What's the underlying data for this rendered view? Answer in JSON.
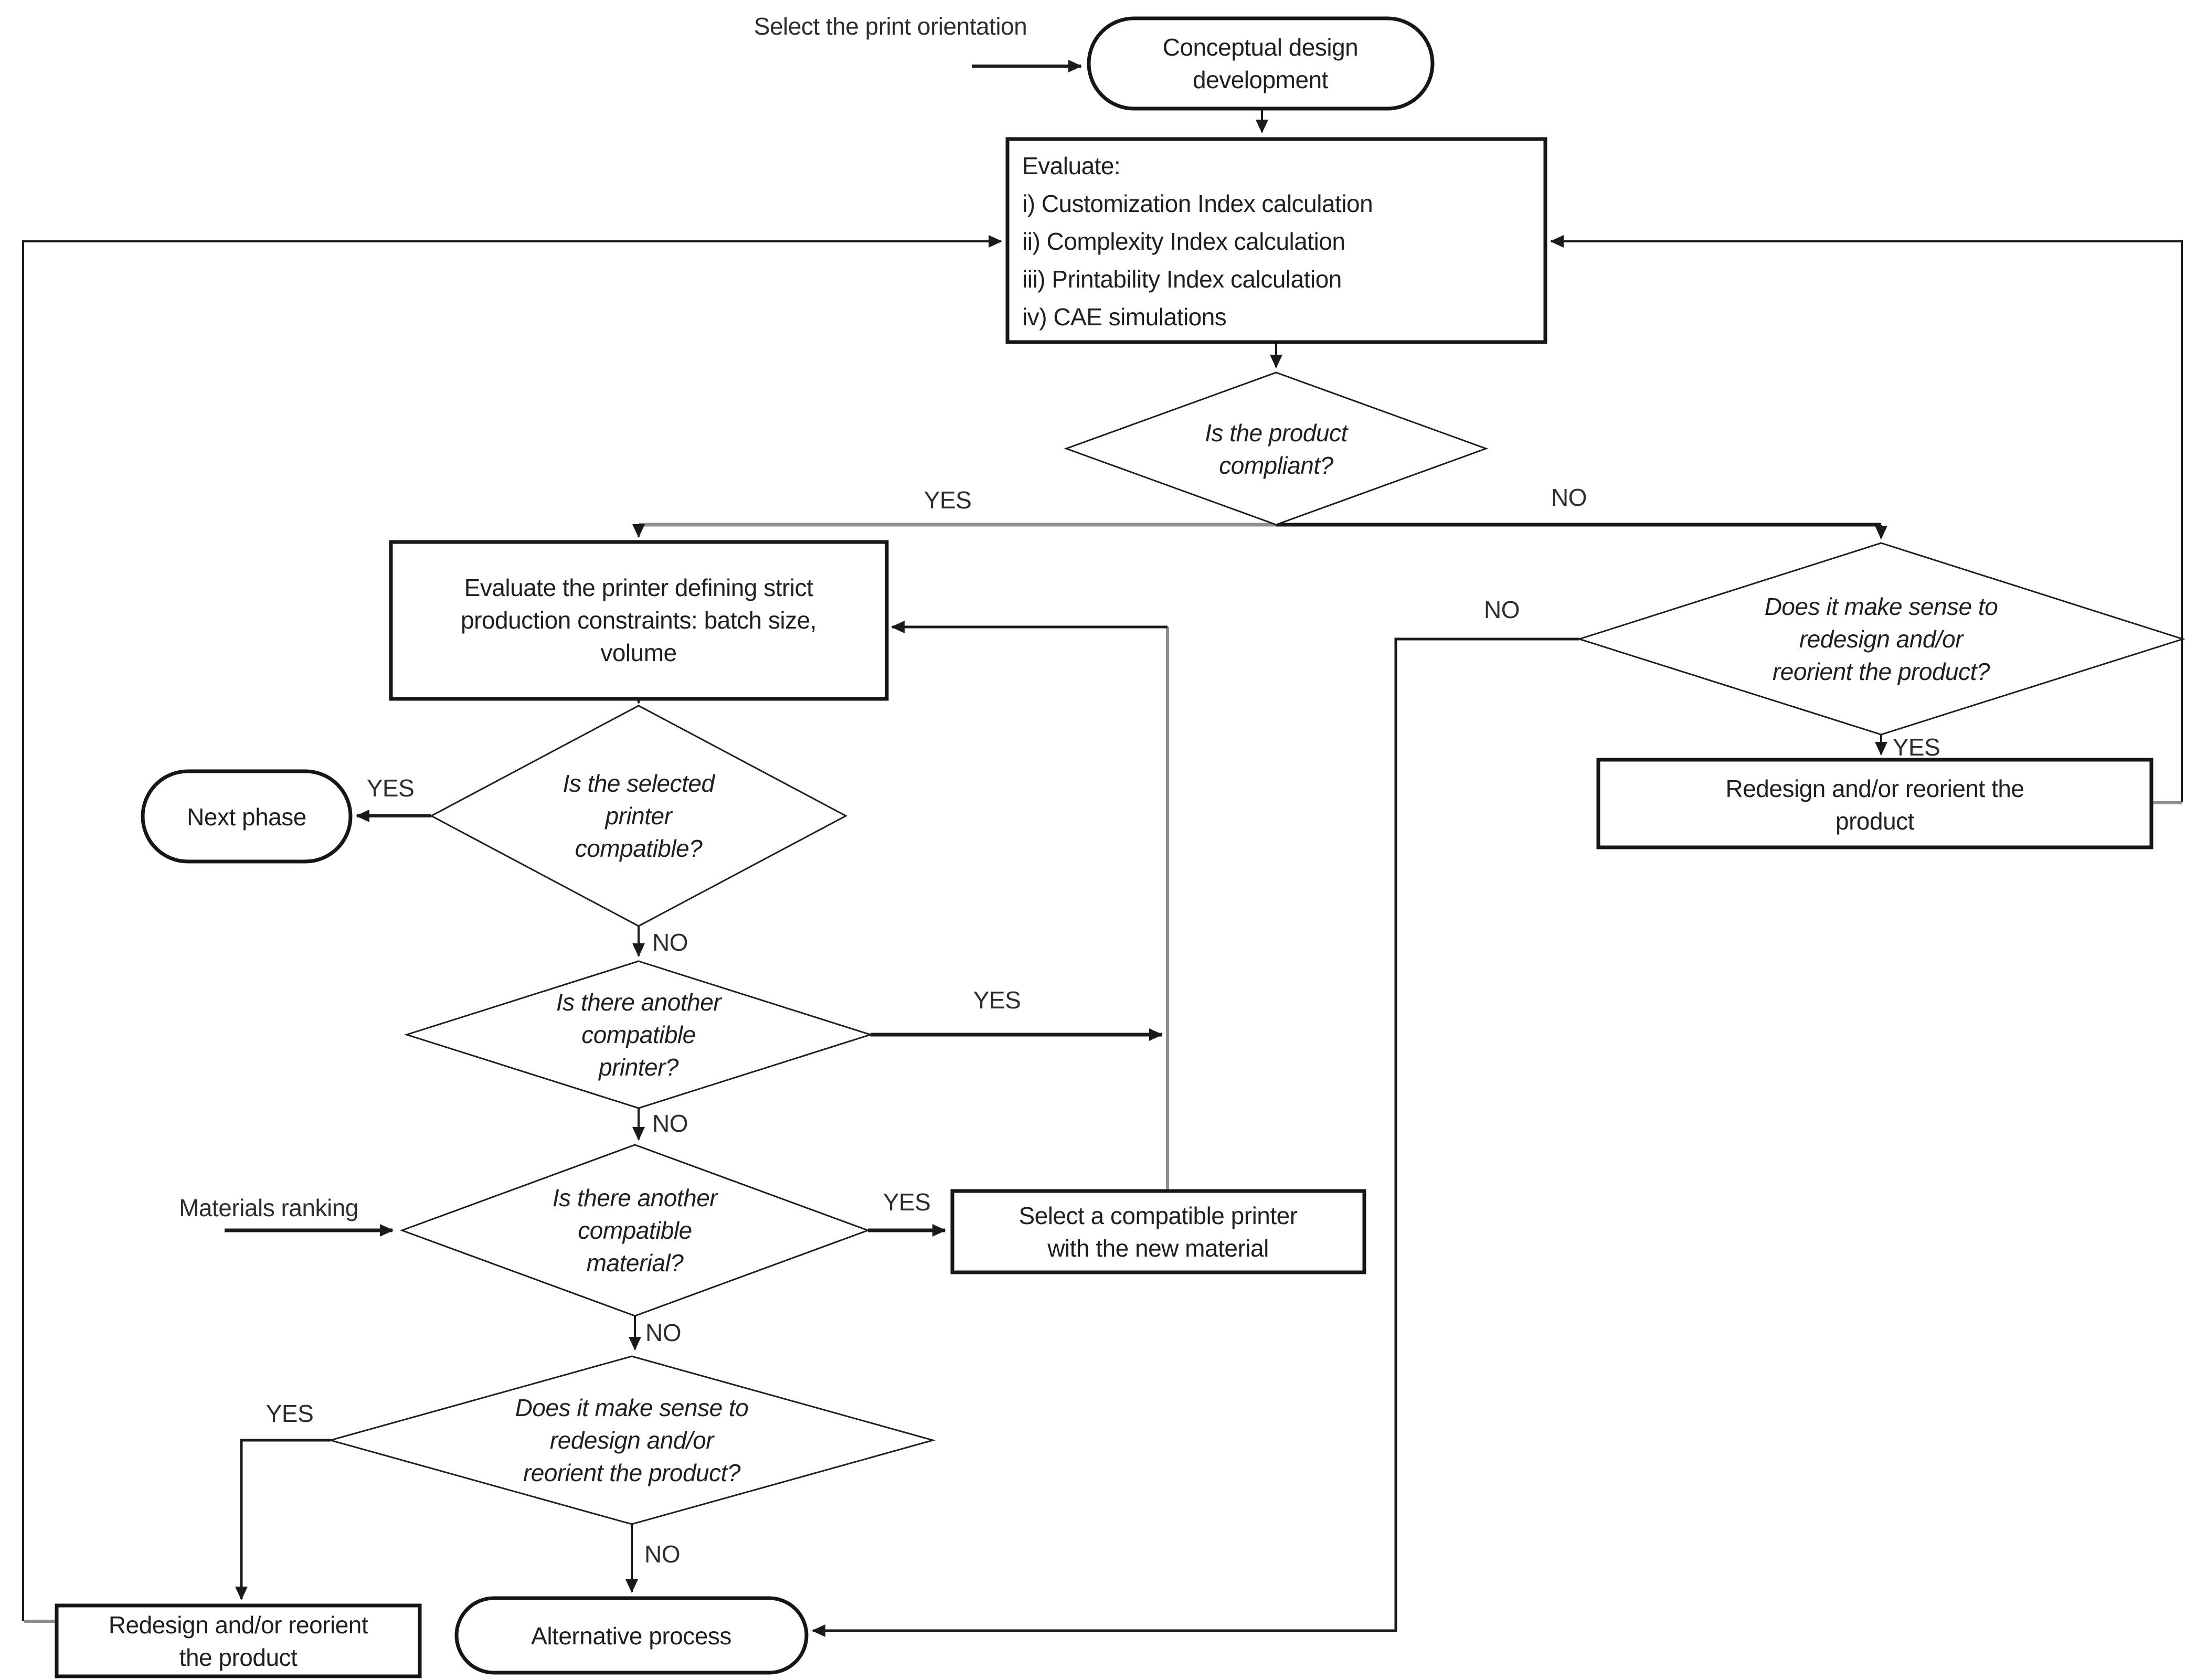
{
  "colors": {
    "line": "#1a1a1a",
    "loop_gray": "#8f8f8f",
    "shape_stroke": "#161616",
    "background": "#ffffff"
  },
  "labels": {
    "select_print_orientation": "Select the print orientation",
    "materials_ranking": "Materials ranking"
  },
  "nodes": {
    "conceptual": {
      "type": "terminator",
      "text": "Conceptual design\ndevelopment"
    },
    "evaluate": {
      "type": "process",
      "text": "Evaluate:\ni) Customization Index calculation\nii) Complexity Index calculation\niii) Printability Index calculation\niv) CAE simulations"
    },
    "compliant": {
      "type": "decision",
      "text": "Is the product\ncompliant?"
    },
    "eval_printer": {
      "type": "process",
      "text": "Evaluate the printer defining strict\nproduction constraints: batch size,\nvolume"
    },
    "redesign_sense_right": {
      "type": "decision",
      "text": "Does it make sense to\nredesign and/or\nreorient the product?"
    },
    "redesign_right": {
      "type": "process",
      "text": "Redesign and/or reorient the product"
    },
    "next_phase": {
      "type": "terminator",
      "text": "Next phase"
    },
    "printer_compatible": {
      "type": "decision",
      "text": "Is the selected\nprinter\ncompatible?"
    },
    "another_printer": {
      "type": "decision",
      "text": "Is there another\ncompatible\nprinter?"
    },
    "another_material": {
      "type": "decision",
      "text": "Is there another\ncompatible\nmaterial?"
    },
    "select_printer": {
      "type": "process",
      "text": "Select a compatible printer\nwith the new material"
    },
    "redesign_sense_bottom": {
      "type": "decision",
      "text": "Does it make sense to\nredesign and/or\nreorient the product?"
    },
    "redesign_left": {
      "type": "process",
      "text": "Redesign and/or reorient\nthe product"
    },
    "alternative": {
      "type": "terminator",
      "text": "Alternative process"
    }
  },
  "edge_labels": {
    "compliant_yes": "YES",
    "compliant_no": "NO",
    "redesign_right_no": "NO",
    "redesign_right_yes": "YES",
    "printer_compatible_yes": "YES",
    "printer_compatible_no": "NO",
    "another_printer_yes": "YES",
    "another_printer_no": "NO",
    "another_material_yes": "YES",
    "another_material_no": "NO",
    "redesign_sense_yes": "YES",
    "redesign_sense_no": "NO"
  }
}
